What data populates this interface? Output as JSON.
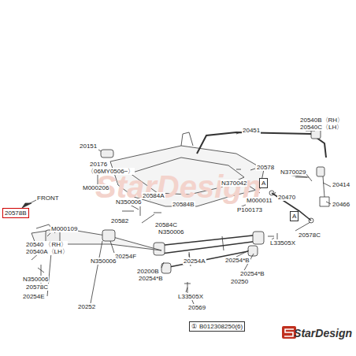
{
  "diagram": {
    "nodes": [
      {
        "text": [
          "20578B"
        ]
      },
      {
        "text": [
          "A"
        ]
      },
      {
        "text": [
          "A"
        ]
      },
      {
        "text": [
          "①",
          "B012308250(6)"
        ]
      }
    ],
    "labels": [
      "20151",
      "20176",
      "〈06MY0506−〉",
      "M000206",
      "20451",
      "20540B〈RH〉",
      "20540C〈LH〉",
      "20578",
      "N370029",
      "20414",
      "20466",
      "M000011",
      "P100173",
      "20584A",
      "N350006",
      "20584B",
      "20582",
      "20584C",
      "N350006",
      "FRONT",
      "M000109",
      "20540 〈RH〉",
      "20540A〈LH〉",
      "20254F",
      "N350006",
      "N350006",
      "20578C",
      "20254E",
      "20252",
      "20200B",
      "20254*B",
      "20254A",
      "20254*B",
      "20250",
      "20254*B",
      "N370042",
      "20470",
      "20578C",
      "L33505X",
      "L33505X",
      "20569",
      "StarDesign",
      "StarDesign"
    ]
  }
}
